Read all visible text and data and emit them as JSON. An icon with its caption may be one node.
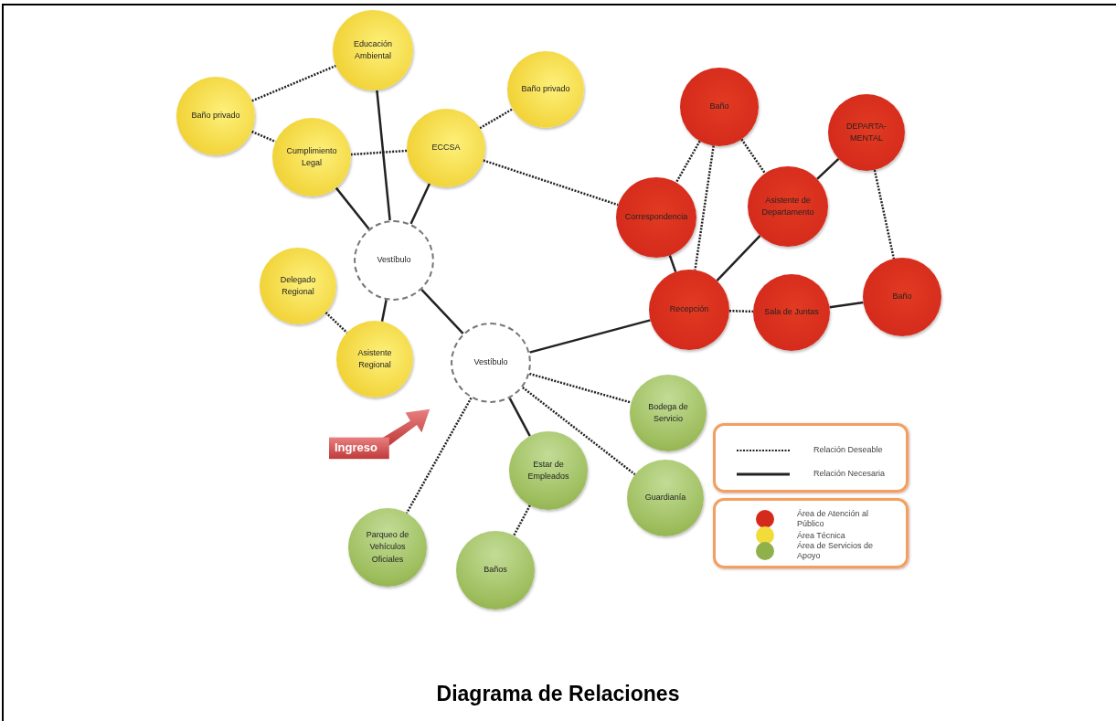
{
  "diagram": {
    "title": "Diagrama de Relaciones",
    "nodes": [
      {
        "text": [
          "Educación Ambiental"
        ]
      },
      {
        "text": [
          "Baño privado"
        ]
      },
      {
        "text": [
          "Baño privado"
        ]
      },
      {
        "text": [
          "Cumplimiento Legal"
        ]
      },
      {
        "text": [
          "ECCSA"
        ]
      },
      {
        "text": [
          "Vestíbulo"
        ]
      },
      {
        "text": [
          "Delegado Regional"
        ]
      },
      {
        "text": [
          "Asistente Regional"
        ]
      },
      {
        "text": [
          "Vestíbulo"
        ]
      },
      {
        "text": [
          "Baño"
        ]
      },
      {
        "text": [
          "DEPARTA- MENTAL"
        ]
      },
      {
        "text": [
          "Correspondencia"
        ]
      },
      {
        "text": [
          "Asistente de Departamento"
        ]
      },
      {
        "text": [
          "Recepción"
        ]
      },
      {
        "text": [
          "Sala de Juntas"
        ]
      },
      {
        "text": [
          "Baño"
        ]
      },
      {
        "text": [
          "Bodega de Servicio"
        ]
      },
      {
        "text": [
          "Estar de Empleados"
        ]
      },
      {
        "text": [
          "Guardianía"
        ]
      },
      {
        "text": [
          "Parqueo de Vehículos Oficiales"
        ]
      },
      {
        "text": [
          "Baños"
        ]
      },
      {
        "text": [
          "Ingreso"
        ]
      }
    ],
    "edges": [
      {
        "from": 1,
        "to": 0,
        "arrow": "none",
        "style": "dashed"
      },
      {
        "from": 1,
        "to": 3,
        "arrow": "none",
        "style": "dashed"
      },
      {
        "from": 4,
        "to": 3,
        "arrow": "none",
        "style": "dashed"
      },
      {
        "from": 4,
        "to": 2,
        "arrow": "none",
        "style": "dashed"
      },
      {
        "from": 0,
        "to": 5,
        "arrow": "none"
      },
      {
        "from": 3,
        "to": 5,
        "arrow": "none"
      },
      {
        "from": 4,
        "to": 5,
        "arrow": "none"
      },
      {
        "from": 4,
        "to": 11,
        "arrow": "none",
        "style": "dashed"
      },
      {
        "from": 6,
        "to": 7,
        "arrow": "none",
        "style": "dashed"
      },
      {
        "from": 7,
        "to": 5,
        "arrow": "none"
      },
      {
        "from": 5,
        "to": 8,
        "arrow": "none"
      },
      {
        "from": 9,
        "to": 11,
        "arrow": "none",
        "style": "dashed"
      },
      {
        "from": 9,
        "to": 13,
        "arrow": "none",
        "style": "dashed"
      },
      {
        "from": 9,
        "to": 12,
        "arrow": "none",
        "style": "dashed"
      },
      {
        "from": 12,
        "to": 10,
        "arrow": "none"
      },
      {
        "from": 10,
        "to": 15,
        "arrow": "none",
        "style": "dashed"
      },
      {
        "from": 11,
        "to": 13,
        "arrow": "none"
      },
      {
        "from": 12,
        "to": 13,
        "arrow": "none"
      },
      {
        "from": 13,
        "to": 14,
        "arrow": "none",
        "style": "dashed"
      },
      {
        "from": 14,
        "to": 15,
        "arrow": "none"
      },
      {
        "from": 8,
        "to": 13,
        "arrow": "none"
      },
      {
        "from": 8,
        "to": 16,
        "arrow": "none",
        "style": "dashed"
      },
      {
        "from": 8,
        "to": 18,
        "arrow": "none",
        "style": "dashed"
      },
      {
        "from": 8,
        "to": 17,
        "arrow": "none"
      },
      {
        "from": 8,
        "to": 19,
        "arrow": "none",
        "style": "dashed"
      },
      {
        "from": 17,
        "to": 20,
        "arrow": "none",
        "style": "dashed"
      }
    ],
    "legend": [
      {
        "text": "Relación Deseable"
      },
      {
        "text": "Relación Necesaria"
      },
      {
        "text": "Área de Atención al Público",
        "color": "#d42a1c"
      },
      {
        "text": "Área Técnica",
        "color": "#f2dc3c"
      },
      {
        "text": "Área de Servicios de Apoyo",
        "color": "#8fb04a"
      }
    ]
  }
}
